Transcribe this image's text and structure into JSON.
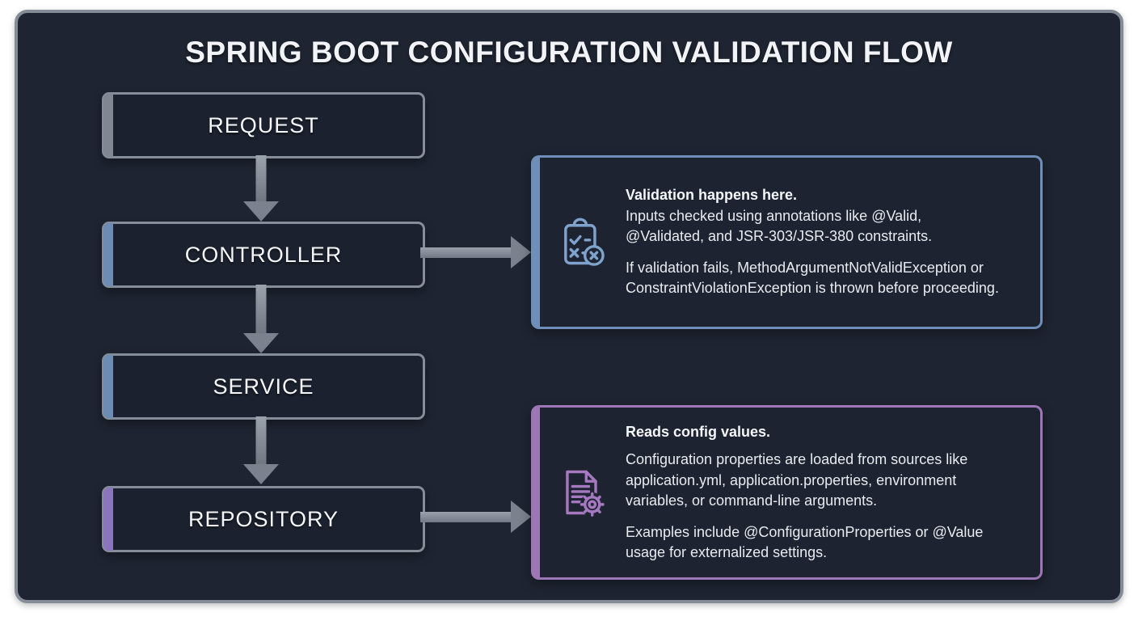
{
  "title": "SPRING BOOT CONFIGURATION VALIDATION FLOW",
  "flow": {
    "boxes": [
      {
        "label": "REQUEST",
        "accent_color": "#7e8792"
      },
      {
        "label": "CONTROLLER",
        "accent_color": "#6d8cb3"
      },
      {
        "label": "SERVICE",
        "accent_color": "#6d8cb3"
      },
      {
        "label": "REPOSITORY",
        "accent_color": "#8b76bd"
      }
    ],
    "arrow_color": "#7b828d"
  },
  "callouts": [
    {
      "icon": "checklist-clipboard-icon",
      "accent_color": "#6f8fb8",
      "heading": "Validation happens here.",
      "body1": "Inputs checked using annotations like @Valid, @Validated, and JSR-303/JSR-380 constraints.",
      "body2": "If validation fails, MethodArgumentNotValidException or ConstraintViolationException is thrown before proceeding."
    },
    {
      "icon": "config-document-gear-icon",
      "accent_color": "#9d76b6",
      "heading": "Reads config values.",
      "body1": "Configuration properties are loaded from sources like application.yml, application.properties, environment variables, or command-line arguments.",
      "body2": "Examples include @ConfigurationProperties or @Value usage for externalized settings."
    }
  ],
  "colors": {
    "page_background": "#ffffff",
    "panel_background": "#1e2431",
    "panel_border": "#848c97",
    "box_background": "#1b212e",
    "box_border": "#858d99",
    "text_primary": "#f1f3f6",
    "callout_blue_border": "#6f8fb8",
    "callout_purple_border": "#9d76b6",
    "icon_blue": "#7fa3cc",
    "icon_purple": "#a678c0"
  }
}
